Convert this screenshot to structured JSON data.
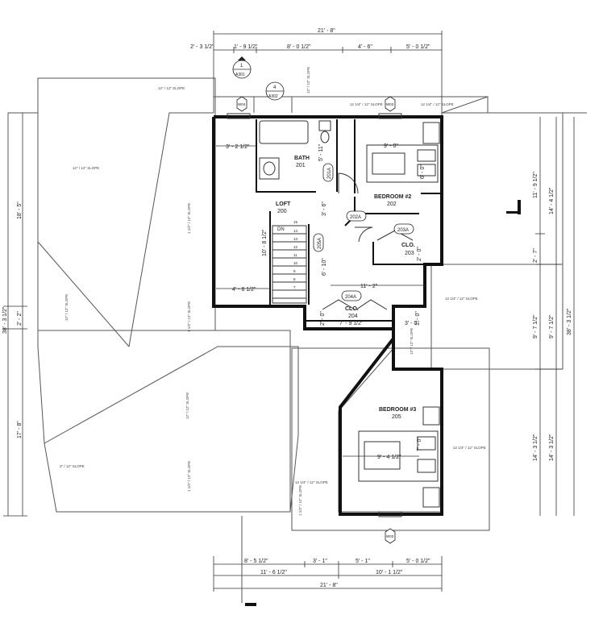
{
  "rooms": [
    {
      "id": "bath",
      "name": "BATH",
      "number": "201"
    },
    {
      "id": "loft",
      "name": "LOFT",
      "number": "200"
    },
    {
      "id": "bedroom2",
      "name": "BEDROOM #2",
      "number": "202"
    },
    {
      "id": "clo203",
      "name": "CLO.",
      "number": "203"
    },
    {
      "id": "clo204",
      "name": "CLO.",
      "number": "204"
    },
    {
      "id": "bedroom3",
      "name": "BEDROOM #3",
      "number": "205"
    }
  ],
  "door_tags": [
    "201A",
    "202A",
    "203A",
    "204A",
    "205A"
  ],
  "window_tags": [
    "W04",
    "W03",
    "W03"
  ],
  "section_tags": [
    {
      "num": "1",
      "sheet": "A301"
    },
    {
      "num": "4",
      "sheet": "A302"
    }
  ],
  "stair": {
    "dn_label": "DN",
    "treads": [
      "15",
      "14",
      "13",
      "12",
      "11",
      "10",
      "9",
      "8",
      "7"
    ]
  },
  "dims": {
    "top_overall": "21' - 8\"",
    "top_left_small": "2' - 3 1/2\"",
    "top_1": "1' - 9 1/2\"",
    "top_2": "8' - 0 1/2\"",
    "top_3": "4' - 6\"",
    "top_4": "5' - 0 1/2\"",
    "bath_width": "3' - 2 1/2\"",
    "bath_depth": "5' - 11\"",
    "bed2_bed_width": "9' - 0\"",
    "bed2_bed_depth": "6' - 0\"",
    "loft_h1": "3' - 6\"",
    "stair_run": "10' - 8 1/2\"",
    "loft_h2": "6' - 10\"",
    "clo203_depth": "2' - 0\"",
    "stair_width": "4' - 8 1/2\"",
    "hall_width": "11' - 2\"",
    "clo204_depth1": "2' - 0\"",
    "clo204_width": "7' - 9 1/2\"",
    "clo204_depth2": "3' - 0\"",
    "hall_gap": "1' - 0\"",
    "bed3_bed_width": "9' - 4 1/2\"",
    "bed3_bed_depth": "7' - 0\"",
    "left_top": "18' - 5\"",
    "left_mid": "2' - 2\"",
    "left_total": "38' - 3 1/2\"",
    "left_bottom": "17' - 8\"",
    "right_1": "11' - 9 1/2\"",
    "right_2": "2' - 7\"",
    "right_3": "9' - 7 1/2\"",
    "right_4": "14' - 3 1/2\"",
    "right_o1": "14' - 4 1/2\"",
    "right_o2": "9' - 7 1/2\"",
    "right_o3": "14' - 3 1/2\"",
    "right_total": "38' - 3 1/2\"",
    "bot_1": "8' - 5 1/2\"",
    "bot_2": "3' - 1\"",
    "bot_3": "5' - 1\"",
    "bot_4": "5' - 0 1/2\"",
    "bot_5": "11' - 6 1/2\"",
    "bot_6": "10' - 1 1/2\"",
    "bot_overall": "21' - 8\""
  },
  "slopes": {
    "s1": "12\" / 12\" SLOPE",
    "s2": "12\" / 12\" SLOPE",
    "s3": "12 1/4\" / 12\" SLOPE",
    "s4": "12 1/4\" / 12\" SLOPE",
    "s5": "12\" / 12\" SLOPE",
    "s6": "1 1/2\" / 12\" SLOPE",
    "s7": "12\" / 12\" SLOPE",
    "s8": "1 1/2\" / 12\" SLOPE",
    "s9": "12 1/4\" / 12\" SLOPE",
    "s10": "12\" / 12\" SLOPE",
    "s11": "1 1/2\" / 12\" SLOPE",
    "s12": "3\" / 12\" SLOPE",
    "s13": "1 1/2\" / 12\" SLOPE",
    "s14": "12 1/4\" / 12\" SLOPE",
    "s15": "12 1/4\" / 12\" SLOPE",
    "s16": "12\" / 12\" SLOPE"
  }
}
